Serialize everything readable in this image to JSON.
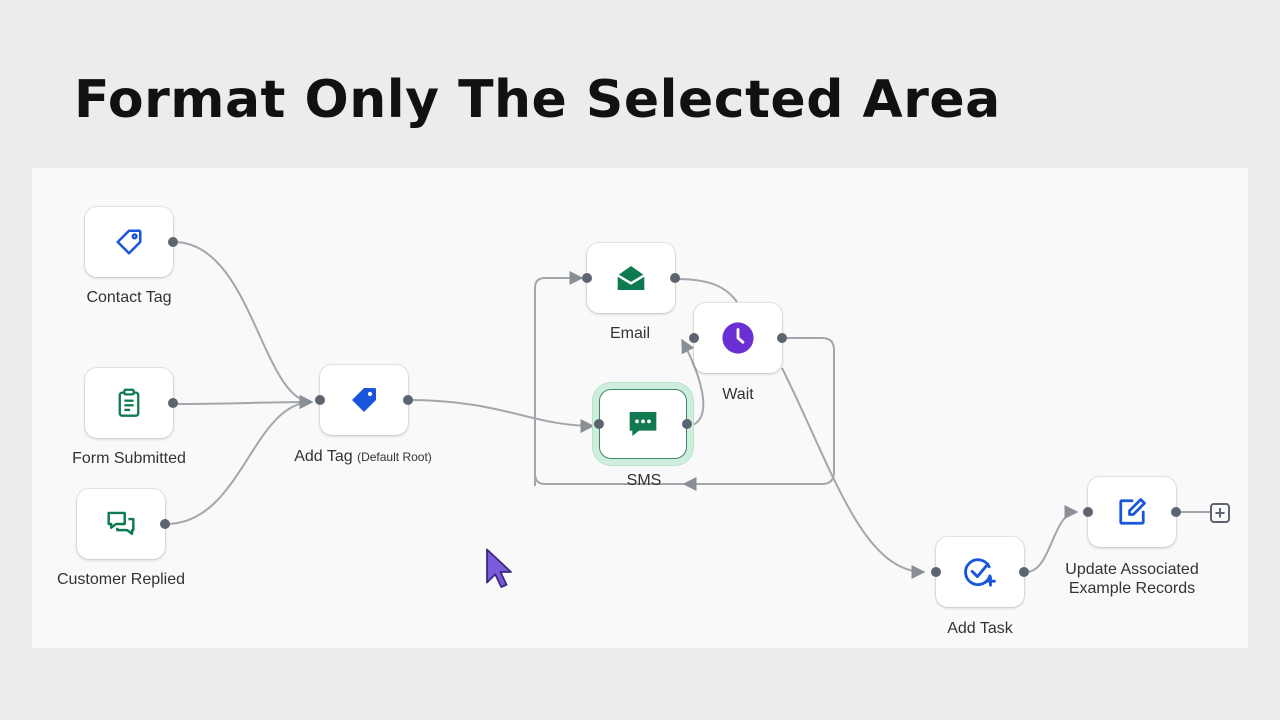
{
  "slide": {
    "title": "Format Only The Selected Area"
  },
  "nodes": {
    "contact_tag": {
      "label": "Contact Tag",
      "icon": "tag-outline-icon",
      "color": "#1a56db"
    },
    "form_submitted": {
      "label": "Form Submitted",
      "icon": "clipboard-icon",
      "color": "#0f7a4f"
    },
    "customer_replied": {
      "label": "Customer Replied",
      "icon": "chat-bubbles-icon",
      "color": "#0f7a4f"
    },
    "add_tag": {
      "label": "Add Tag",
      "sublabel": "(Default Root)",
      "icon": "tag-filled-icon",
      "color": "#1a56db"
    },
    "email": {
      "label": "Email",
      "icon": "envelope-icon",
      "color": "#0f7a4f"
    },
    "sms": {
      "label": "SMS",
      "icon": "message-icon",
      "color": "#0f7a4f",
      "selected": true
    },
    "wait": {
      "label": "Wait",
      "icon": "clock-icon",
      "color": "#6b2fd6"
    },
    "add_task": {
      "label": "Add Task",
      "icon": "check-task-icon",
      "color": "#1a56db"
    },
    "update_records": {
      "label_line1": "Update Associated",
      "label_line2": "Example Records",
      "icon": "edit-square-icon",
      "color": "#1a56db"
    }
  },
  "add_step": {
    "symbol": "+",
    "icon": "plus-square-icon"
  },
  "pointer": {
    "icon": "mouse-cursor-icon",
    "color": "#7b5bd9"
  }
}
